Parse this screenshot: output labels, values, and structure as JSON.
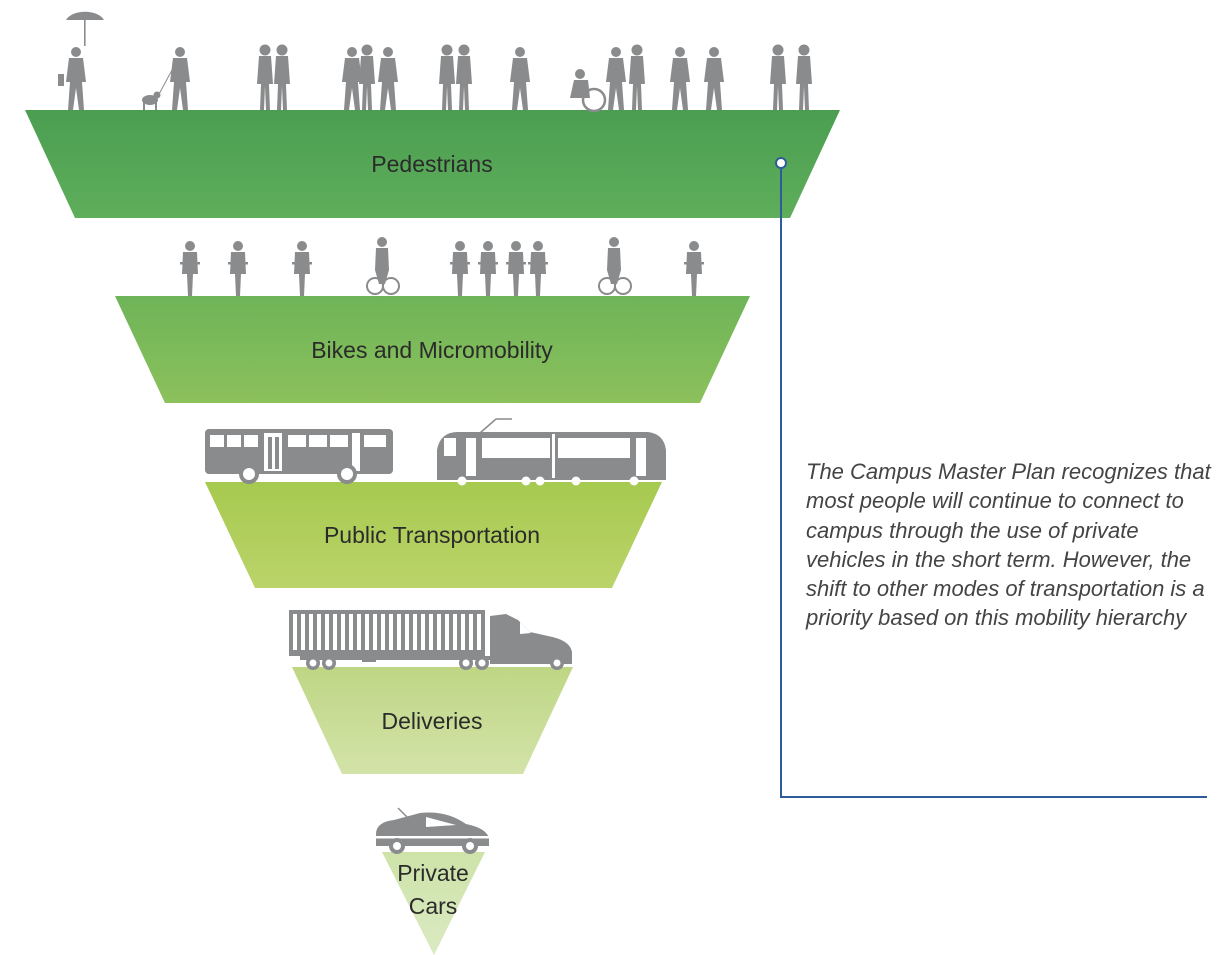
{
  "tiers": [
    {
      "label": "Pedestrians",
      "icon": "pedestrians-icon"
    },
    {
      "label": "Bikes and Micromobility",
      "icon": "bicycles-icon"
    },
    {
      "label": "Public Transportation",
      "icon": "bus-and-tram-icon"
    },
    {
      "label": "Deliveries",
      "icon": "truck-icon"
    },
    {
      "label_line1": "Private",
      "label_line2": "Cars",
      "icon": "car-icon"
    }
  ],
  "note": {
    "text": "The Campus Master Plan recognizes that most people will continue to connect to campus through the use of private vehicles in the short term. However, the shift to other modes of transportation is a priority based on this mobility hierarchy"
  },
  "colors": {
    "tier1_top": "#4b9e51",
    "tier1_bottom": "#5eae5b",
    "tier2_top": "#6eb458",
    "tier2_bottom": "#8cc15c",
    "tier3_top": "#a6c94f",
    "tier3_bottom": "#bbd46a",
    "tier4_top": "#bed684",
    "tier4_bottom": "#d3e3a9",
    "tier5_top": "#cde3a8",
    "tier5_bottom": "#dbeac2",
    "silhouette": "#8a8b8d",
    "callout_line": "#2e5c9a"
  }
}
